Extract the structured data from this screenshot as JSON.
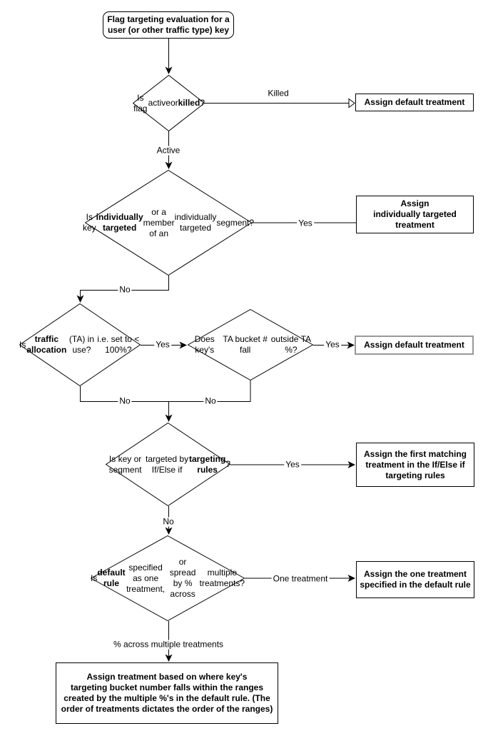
{
  "nodes": {
    "start": {
      "lines": [
        "Flag targeting evaluation for a",
        "user (or other traffic type) key"
      ]
    },
    "d1": {
      "lines": [
        [
          "Is flag"
        ],
        [
          "active"
        ],
        [
          {
            "text": "or "
          },
          {
            "text": "killed",
            "bold": true
          },
          {
            "text": "?"
          }
        ]
      ]
    },
    "box_default_1": {
      "lines": [
        "Assign default treatment"
      ]
    },
    "d2": {
      "lines": [
        [
          "Is key"
        ],
        [
          {
            "text": "individually targeted",
            "bold": true
          }
        ],
        [
          "or a member of an"
        ],
        [
          "individually targeted"
        ],
        [
          "segment?"
        ]
      ]
    },
    "box_individual": {
      "lines": [
        "Assign",
        "individually targeted",
        "treatment"
      ]
    },
    "d3": {
      "lines": [
        [
          {
            "text": "Is "
          },
          {
            "text": "traffic allocation",
            "bold": true
          }
        ],
        [
          "(TA) in use?"
        ],
        [
          "i.e. set to < 100%?"
        ]
      ]
    },
    "d4": {
      "lines": [
        [
          "Does key's"
        ],
        [
          "TA bucket # fall"
        ],
        [
          "outside TA %?"
        ]
      ]
    },
    "box_default_2": {
      "lines": [
        "Assign default treatment"
      ]
    },
    "d5": {
      "lines": [
        [
          "Is key or segment"
        ],
        [
          "targeted by If/Else if"
        ],
        [
          {
            "text": "targeting rules",
            "bold": true
          },
          {
            "text": "?"
          }
        ]
      ]
    },
    "box_first_matching": {
      "lines": [
        "Assign the first matching",
        "treatment in the If/Else if",
        "targeting rules"
      ]
    },
    "d6": {
      "lines": [
        [
          {
            "text": "Is "
          },
          {
            "text": "default rule",
            "bold": true
          }
        ],
        [
          "specified as one treatment,"
        ],
        [
          "or spread by % across"
        ],
        [
          "multiple treatments?"
        ]
      ]
    },
    "box_one_treatment": {
      "lines": [
        "Assign the one treatment",
        "specified in the default rule"
      ]
    },
    "box_ranges": {
      "lines": [
        "Assign treatment based on where key's",
        "targeting bucket number falls within the ranges",
        "created by the multiple %'s in the default rule. (The",
        "order of treatments dictates the order of the ranges)"
      ]
    }
  },
  "edge_labels": {
    "killed": "Killed",
    "active": "Active",
    "yes_individual": "Yes",
    "no_individual": "No",
    "yes_ta": "Yes",
    "yes_bucket": "Yes",
    "no_ta": "No",
    "no_bucket": "No",
    "yes_rules": "Yes",
    "no_rules": "No",
    "one_treatment": "One treatment",
    "pct_across": "% across multiple treatments"
  },
  "colors": {
    "line": "#000000",
    "border": "#000000",
    "gray_border": "#999999",
    "background": "#ffffff",
    "text": "#000000"
  }
}
